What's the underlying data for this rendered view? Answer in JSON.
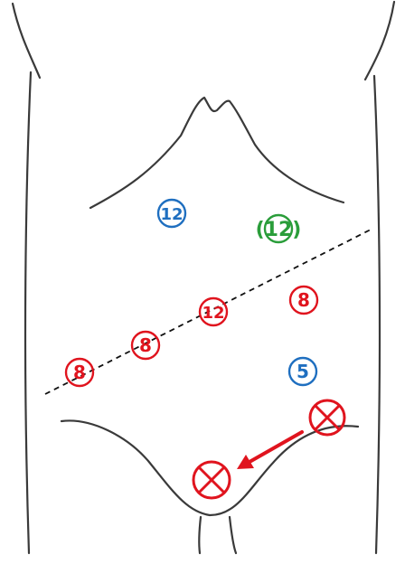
{
  "colors": {
    "outline": "#3a3a3a",
    "blue": "#1f6fc0",
    "red": "#e0141e",
    "green": "#2a9d3a",
    "dash": "#111111"
  },
  "markers": {
    "blue_12": "12",
    "green_12": "(12)",
    "red_12": "12",
    "red_8_right": "8",
    "red_8_mid": "8",
    "red_8_left": "8",
    "blue_5": "5"
  },
  "icons": {
    "target_top": "circled-x-icon",
    "target_bottom": "circled-x-icon",
    "arrow": "arrow-icon"
  }
}
